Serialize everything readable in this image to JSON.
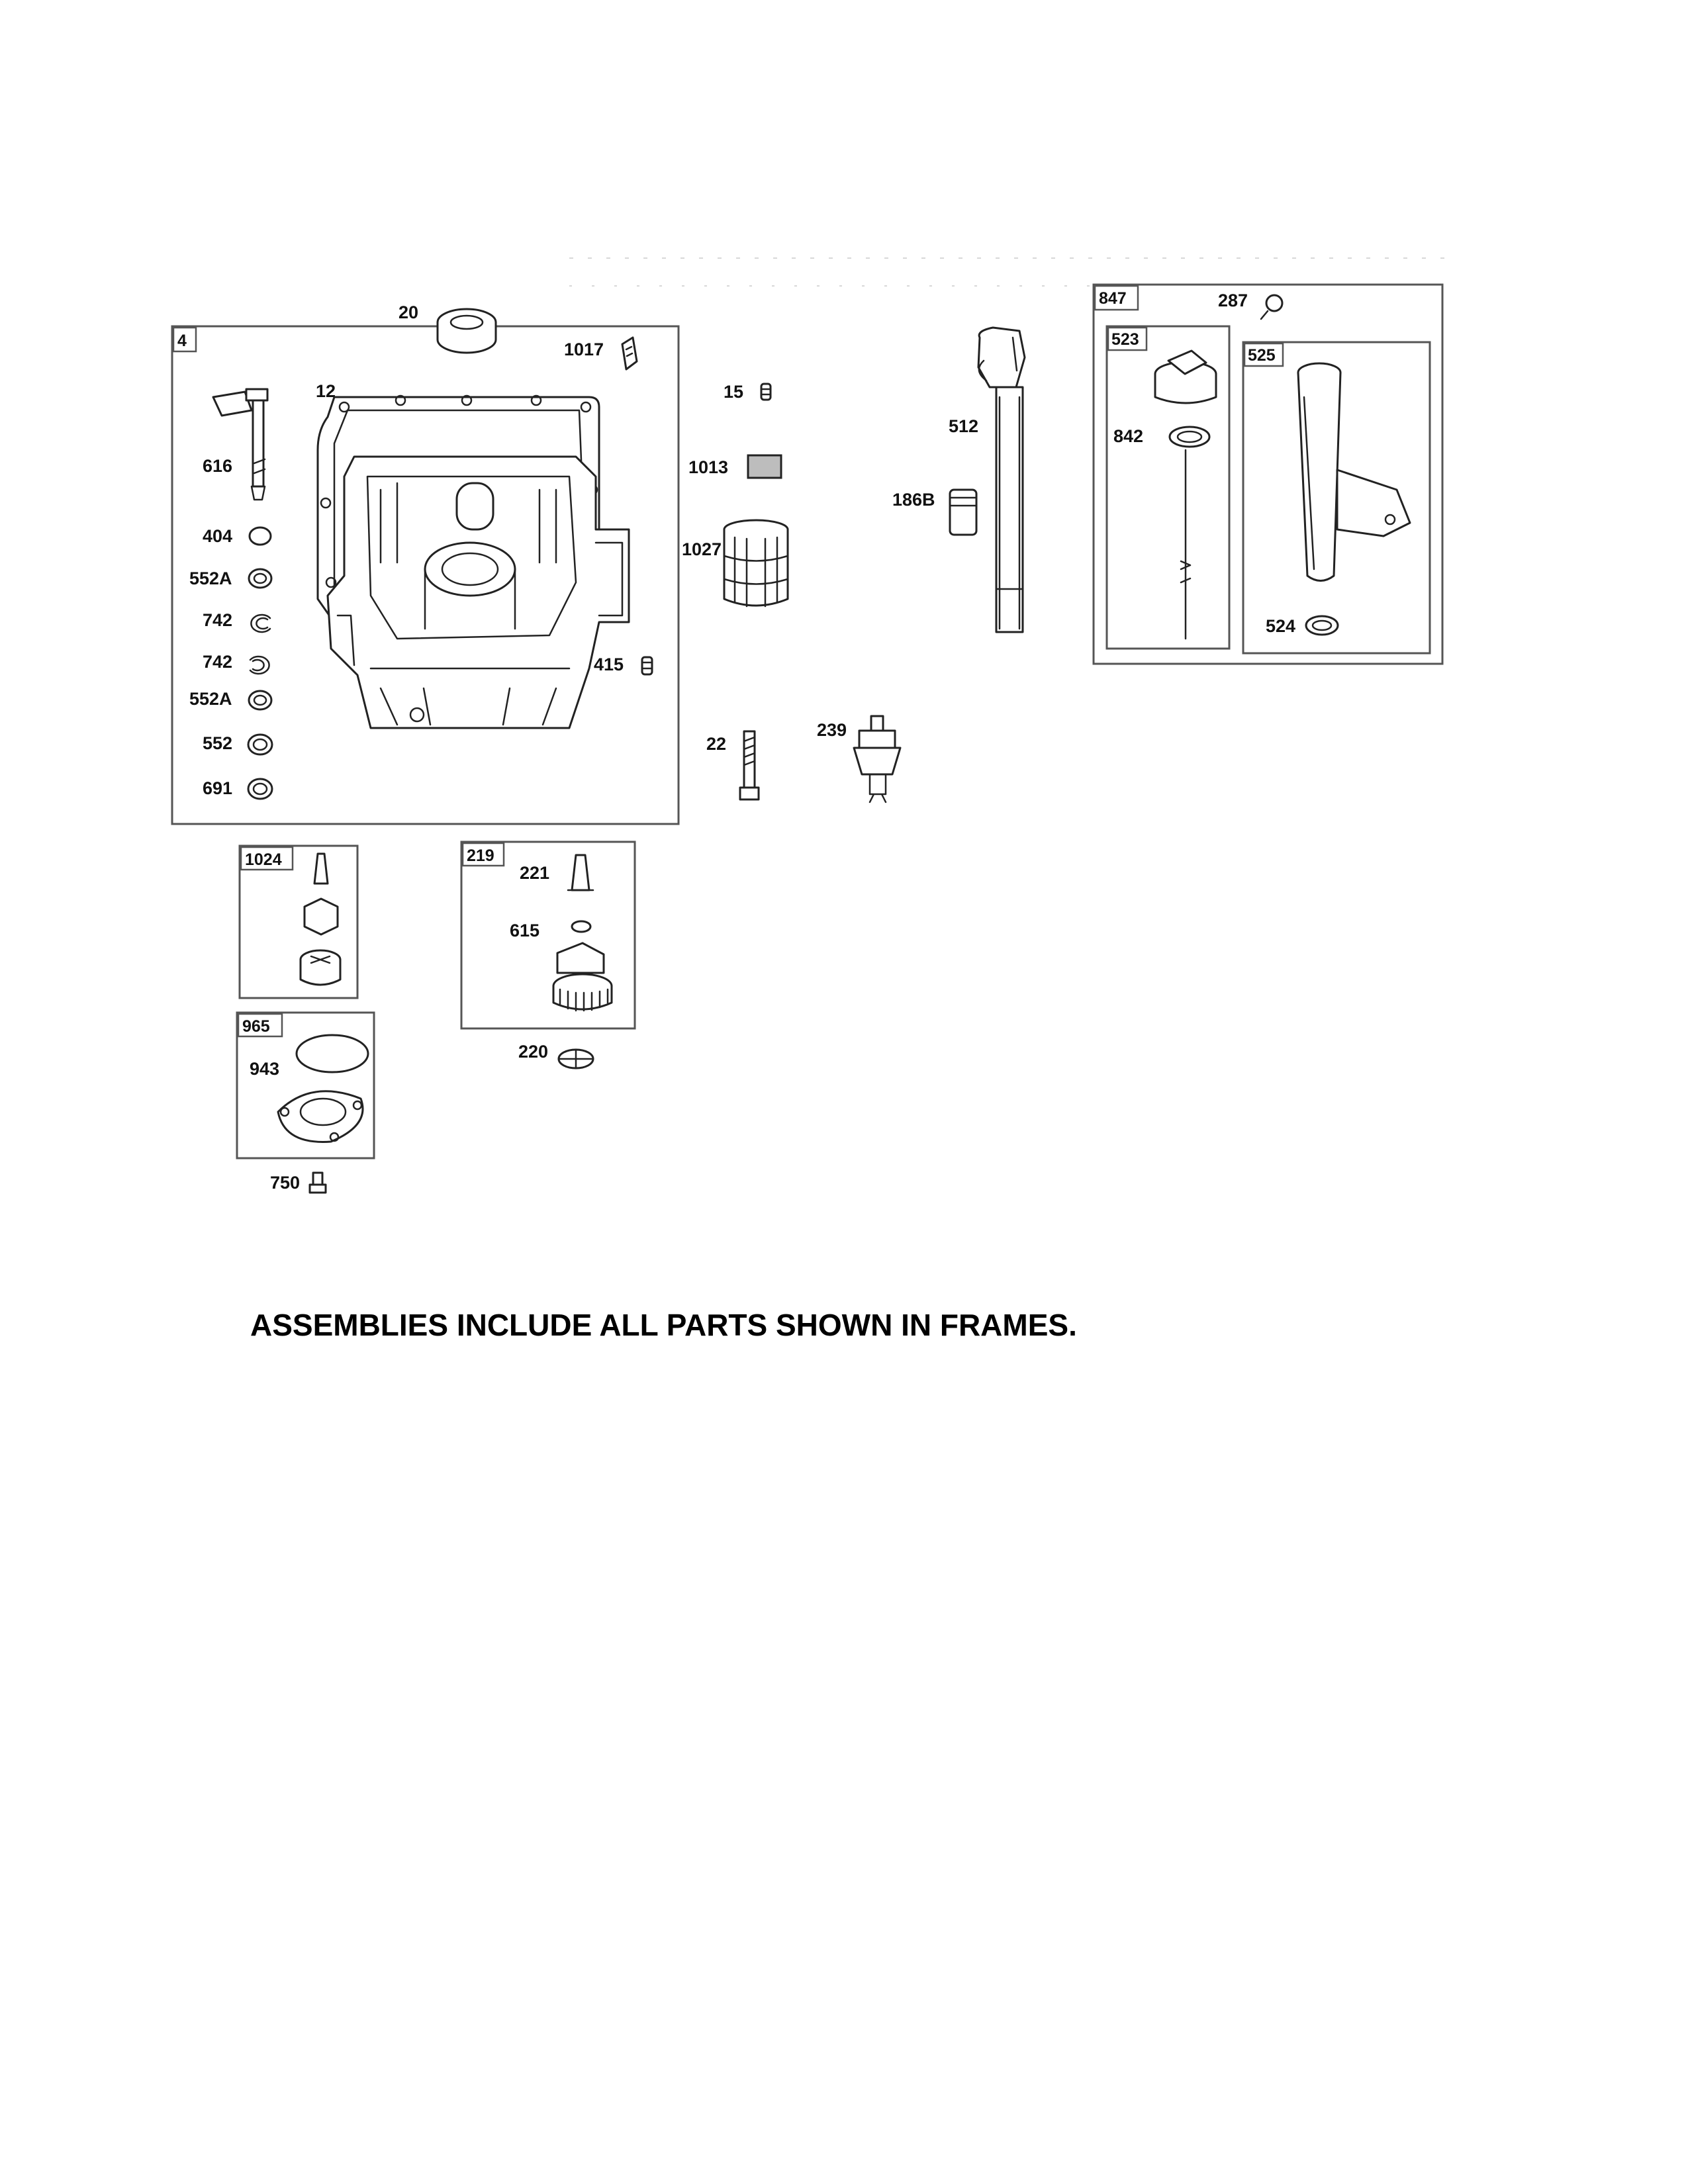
{
  "note": "ASSEMBLIES INCLUDE ALL PARTS SHOWN IN FRAMES.",
  "frames": {
    "f4": "4",
    "f1024": "1024",
    "f219": "219",
    "f965": "965",
    "f847": "847",
    "f523": "523",
    "f525": "525"
  },
  "parts": {
    "p20": "20",
    "p1017": "1017",
    "p12": "12",
    "p616": "616",
    "p404": "404",
    "p552a_1": "552A",
    "p742_1": "742",
    "p742_2": "742",
    "p552a_2": "552A",
    "p552": "552",
    "p691": "691",
    "p15": "15",
    "p1013": "1013",
    "p1027": "1027",
    "p415": "415",
    "p22": "22",
    "p239": "239",
    "p512": "512",
    "p186b": "186B",
    "p287": "287",
    "p842": "842",
    "p524": "524",
    "p221": "221",
    "p615": "615",
    "p220": "220",
    "p943": "943",
    "p750": "750"
  },
  "icons": [
    "crankcase-cover",
    "oil-seal",
    "gasket",
    "oil-filter",
    "dipstick",
    "oil-fill-tube",
    "governor-gear",
    "pump-rotor",
    "o-ring",
    "retaining-ring",
    "bolt",
    "oil-pressure-switch"
  ]
}
